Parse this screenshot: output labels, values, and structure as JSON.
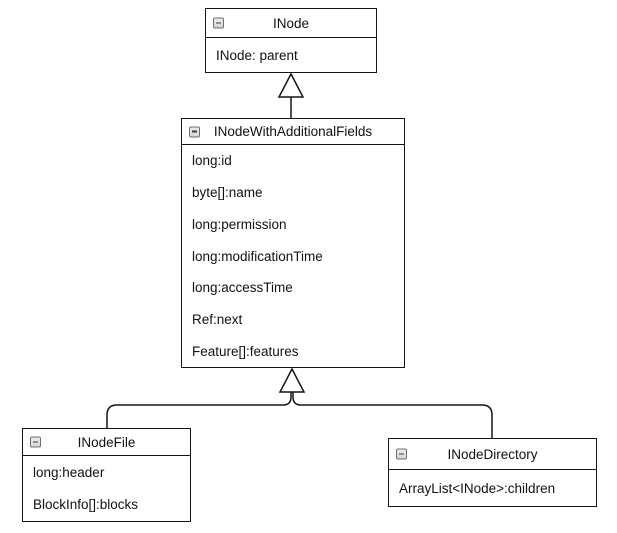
{
  "diagram": {
    "kind": "uml-class-diagram",
    "background_color": "#ffffff",
    "line_color": "#151515",
    "box_fill_color": "#ffffff",
    "text_color": "#111111",
    "collapse_icon_glyph": "minus-box"
  },
  "classes": [
    {
      "name": "INode",
      "fields": [
        "INode: parent"
      ]
    },
    {
      "name": "INodeWithAdditionalFields",
      "fields": [
        "long:id",
        "byte[]:name",
        "long:permission",
        "long:modificationTime",
        "long:accessTime",
        "Ref:next",
        "Feature[]:features"
      ]
    },
    {
      "name": "INodeFile",
      "fields": [
        "long:header",
        "BlockInfo[]:blocks"
      ]
    },
    {
      "name": "INodeDirectory",
      "fields": [
        "ArrayList<INode>:children"
      ]
    }
  ],
  "relationships": [
    {
      "type": "generalization",
      "from": "INodeWithAdditionalFields",
      "to": "INode"
    },
    {
      "type": "generalization",
      "from": "INodeFile",
      "to": "INodeWithAdditionalFields"
    },
    {
      "type": "generalization",
      "from": "INodeDirectory",
      "to": "INodeWithAdditionalFields"
    }
  ]
}
